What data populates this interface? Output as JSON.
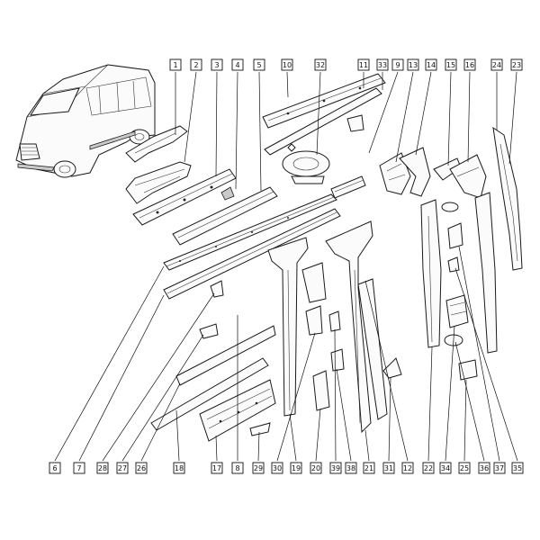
{
  "diagram": {
    "colors": {
      "line": "#1a1a1a",
      "paper": "#ffffff",
      "shade": "#c9c9c9"
    },
    "top_labels": [
      "1",
      "2",
      "3",
      "4",
      "5",
      "10",
      "32",
      "11",
      "33",
      "9",
      "13",
      "14",
      "15",
      "16",
      "24",
      "23"
    ],
    "bottom_labels": [
      "6",
      "7",
      "28",
      "27",
      "26",
      "18",
      "17",
      "8",
      "29",
      "30",
      "19",
      "20",
      "39",
      "38",
      "21",
      "31",
      "12",
      "22",
      "34",
      "25",
      "36",
      "37",
      "35"
    ]
  }
}
